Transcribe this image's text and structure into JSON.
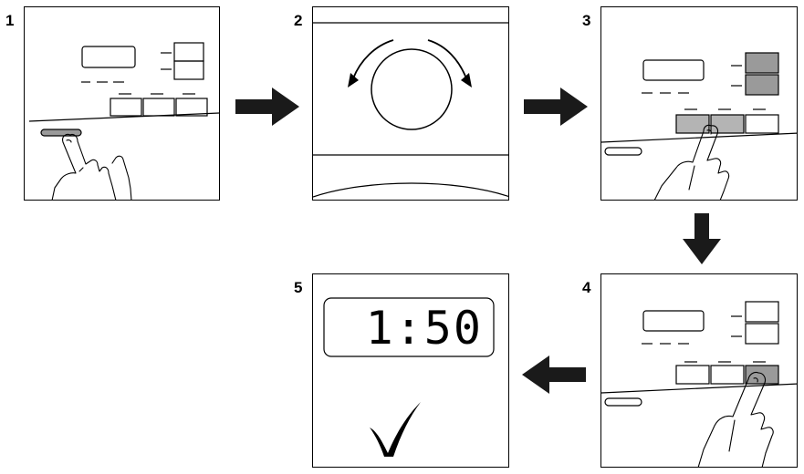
{
  "steps": [
    {
      "number": "1"
    },
    {
      "number": "2"
    },
    {
      "number": "3"
    },
    {
      "number": "4"
    },
    {
      "number": "5",
      "display": "1:50"
    }
  ],
  "colors": {
    "line": "#000000",
    "pressed_button": "#b4b4b4",
    "dark_button": "#9a9a9a",
    "arrow": "#1a1a1a"
  },
  "icons": [
    "finger-press-icon",
    "rotate-arrows-icon",
    "right-arrow-icon",
    "down-arrow-icon",
    "left-arrow-icon",
    "checkmark-icon"
  ]
}
